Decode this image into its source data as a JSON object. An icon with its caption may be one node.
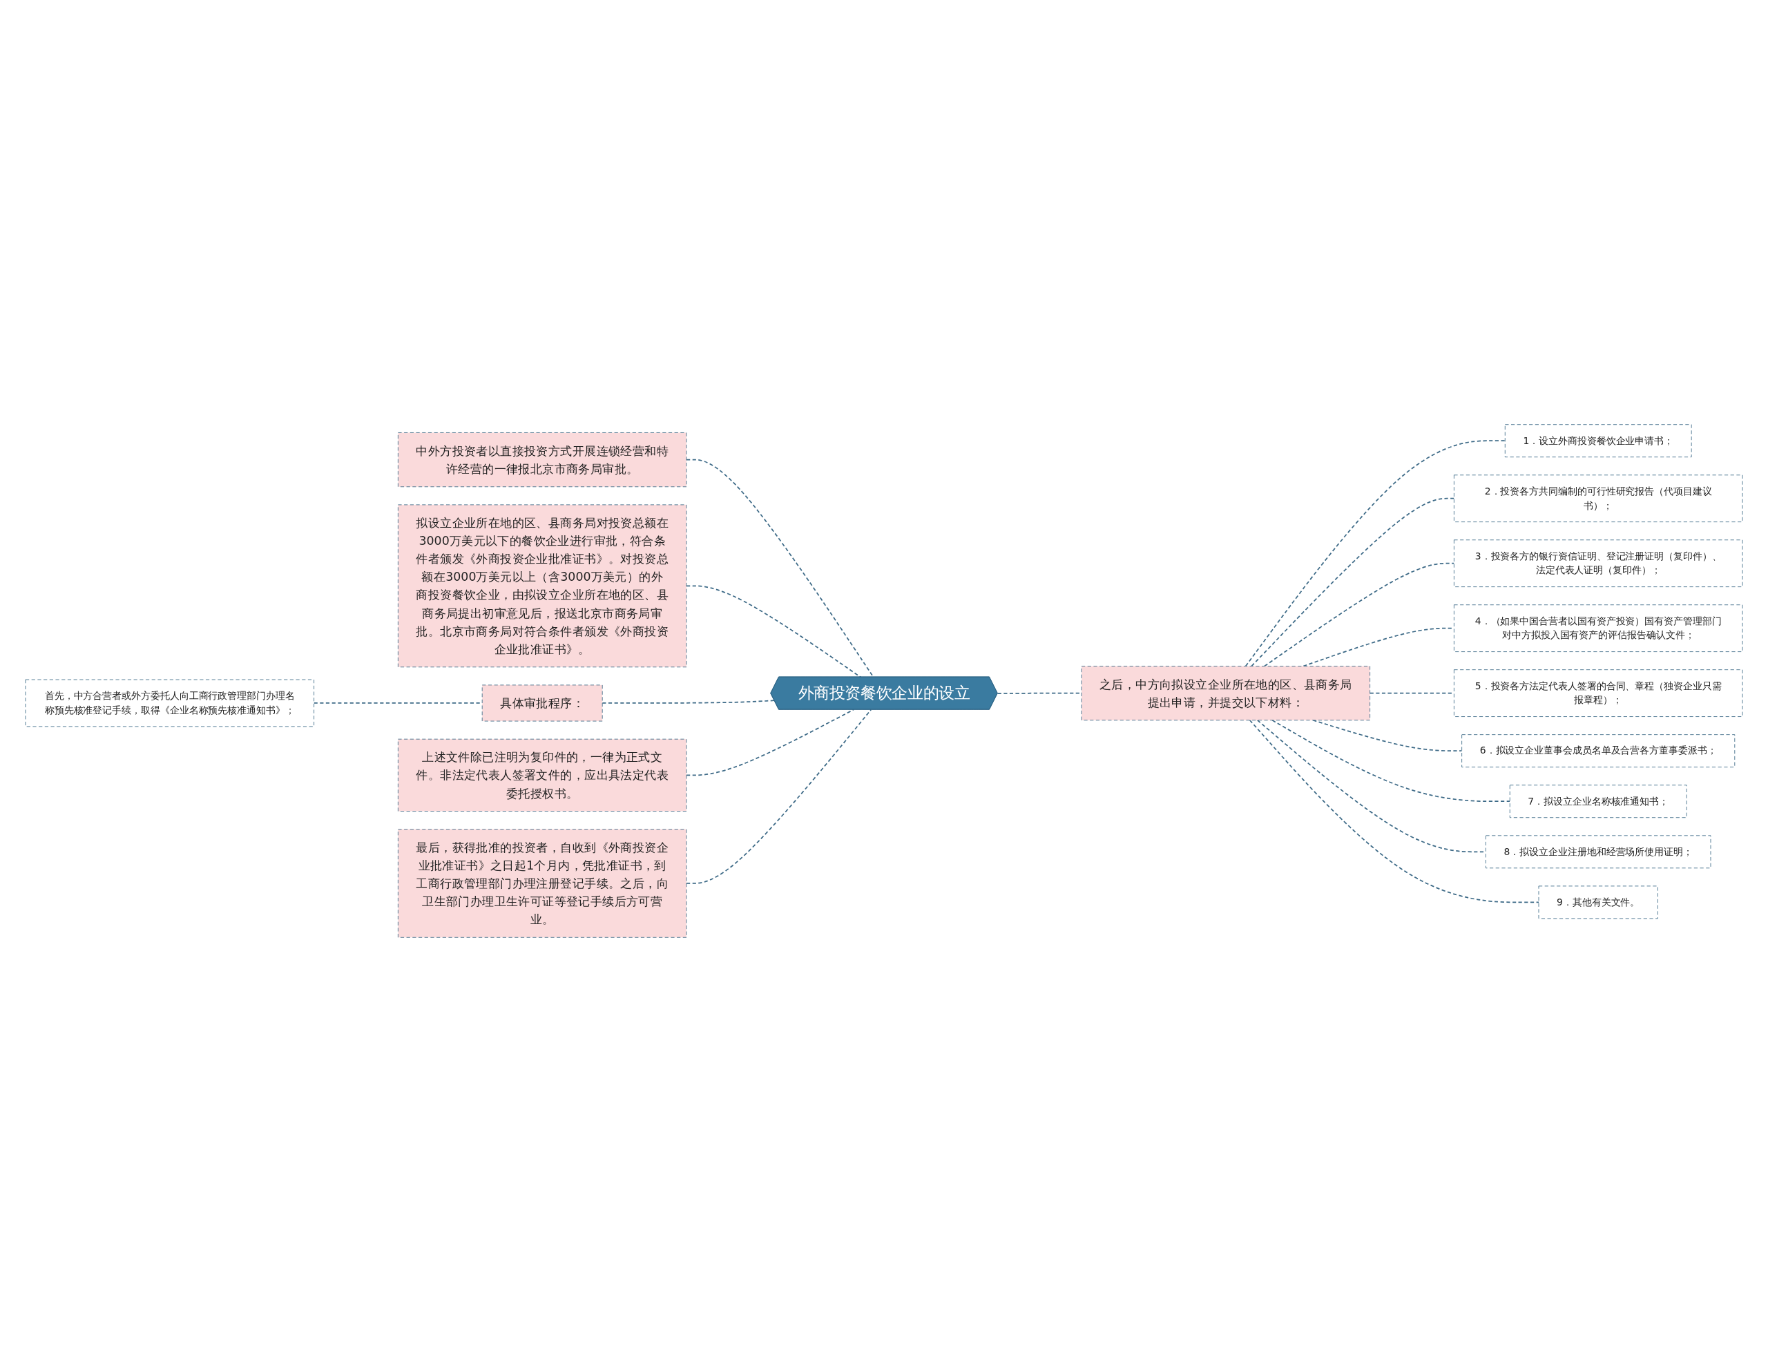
{
  "diagram": {
    "nodes": [
      {
        "text": [
          "外商投资餐饮企业的设立"
        ]
      },
      {
        "text": [
          "中外方投资者以直接投资方式开展连锁经营和特许经营的一律报北京市商务局审批。"
        ]
      },
      {
        "text": [
          "之后，中方向拟设立企业所在地的区、县商务局提出申请，并提交以下材料："
        ]
      },
      {
        "text": [
          "1．设立外商投资餐饮企业申请书；"
        ]
      },
      {
        "text": [
          "2．投资各方共同编制的可行性研究报告（代项目建议书）；"
        ]
      },
      {
        "text": [
          "3．投资各方的银行资信证明、登记注册证明（复印件）、法定代表人证明（复印件）；"
        ]
      },
      {
        "text": [
          "4．（如果中国合营者以国有资产投资）国有资产管理部门对中方拟投入国有资产的评估报告确认文件；"
        ]
      },
      {
        "text": [
          "5．投资各方法定代表人签署的合同、章程（独资企业只需报章程）；"
        ]
      },
      {
        "text": [
          "6．拟设立企业董事会成员名单及合营各方董事委派书；"
        ]
      },
      {
        "text": [
          "7．拟设立企业名称核准通知书；"
        ]
      },
      {
        "text": [
          "8．拟设立企业注册地和经营场所使用证明；"
        ]
      },
      {
        "text": [
          "9．其他有关文件。"
        ]
      },
      {
        "text": [
          "拟设立企业所在地的区、县商务局对投资总额在3000万美元以下的餐饮企业进行审批，符合条件者颁发《外商投资企业批准证书》。对投资总额在3000万美元以上（含3000万美元）的外商投资餐饮企业，由拟设立企业所在地的区、县商务局提出初审意见后，报送北京市商务局审批。北京市商务局对符合条件者颁发《外商投资企业批准证书》。"
        ]
      },
      {
        "text": [
          "具体审批程序："
        ]
      },
      {
        "text": [
          "首先，中方合营者或外方委托人向工商行政管理部门办理名称预先核准登记手续，取得《企业名称预先核准通知书》；"
        ]
      },
      {
        "text": [
          "上述文件除已注明为复印件的，一律为正式文件。非法定代表人签署文件的，应出具法定代表委托授权书。"
        ]
      },
      {
        "text": [
          "最后，获得批准的投资者，自收到《外商投资企业批准证书》之日起1个月内，凭批准证书，到工商行政管理部门办理注册登记手续。之后，向卫生部门办理卫生许可证等登记手续后方可营业。"
        ]
      }
    ],
    "edges": [
      {
        "from": 1,
        "to": 0,
        "arrow": "none",
        "style": "dashed"
      },
      {
        "from": 0,
        "to": 2,
        "arrow": "none",
        "style": "dashed"
      },
      {
        "from": 2,
        "to": 3,
        "arrow": "none",
        "style": "dashed"
      },
      {
        "from": 2,
        "to": 4,
        "arrow": "none",
        "style": "dashed"
      },
      {
        "from": 2,
        "to": 5,
        "arrow": "none",
        "style": "dashed"
      },
      {
        "from": 2,
        "to": 6,
        "arrow": "none",
        "style": "dashed"
      },
      {
        "from": 2,
        "to": 7,
        "arrow": "none",
        "style": "dashed"
      },
      {
        "from": 2,
        "to": 8,
        "arrow": "none",
        "style": "dashed"
      },
      {
        "from": 2,
        "to": 9,
        "arrow": "none",
        "style": "dashed"
      },
      {
        "from": 2,
        "to": 10,
        "arrow": "none",
        "style": "dashed"
      },
      {
        "from": 2,
        "to": 11,
        "arrow": "none",
        "style": "dashed"
      },
      {
        "from": 12,
        "to": 0,
        "arrow": "none",
        "style": "dashed"
      },
      {
        "from": 13,
        "to": 0,
        "arrow": "none",
        "style": "dashed"
      },
      {
        "from": 14,
        "to": 13,
        "arrow": "none",
        "style": "dashed"
      },
      {
        "from": 15,
        "to": 0,
        "arrow": "none",
        "style": "dashed"
      },
      {
        "from": 16,
        "to": 0,
        "arrow": "none",
        "style": "dashed"
      }
    ]
  }
}
